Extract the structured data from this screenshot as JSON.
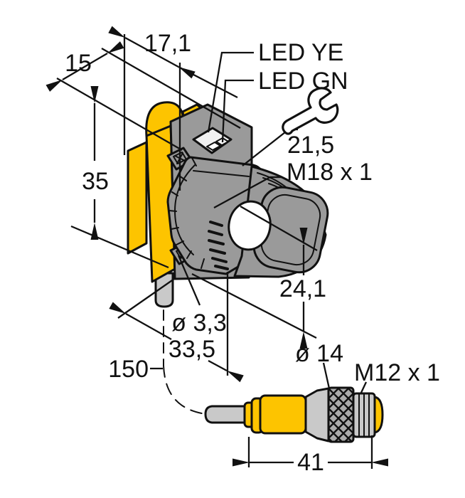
{
  "drawing": {
    "type": "technical-dimension-drawing",
    "labels": {
      "dim_width_top": "17,1",
      "dim_depth_top": "15",
      "led_yellow": "LED YE",
      "led_green": "LED GN",
      "wrench_size": "21,5",
      "thread_front": "M18 x 1",
      "dim_height": "35",
      "dim_lens_axis": "24,1",
      "dia_mounting_hole": "ø 3,3",
      "dim_length": "33,5",
      "dim_cable_length": "150",
      "dia_connector": "ø 14",
      "thread_connector": "M12 x 1",
      "dim_connector_length": "41"
    },
    "icons": {
      "wrench": "wrench-icon"
    },
    "colors": {
      "housing_yellow": "#fdc400",
      "body_gray": "#9a9a9a",
      "cable_gray": "#c9c9c9",
      "knurl_gray": "#ababab",
      "led_window": "#f1f1f1",
      "lens": "#ffffff",
      "line": "#111111",
      "background": "#ffffff"
    }
  }
}
